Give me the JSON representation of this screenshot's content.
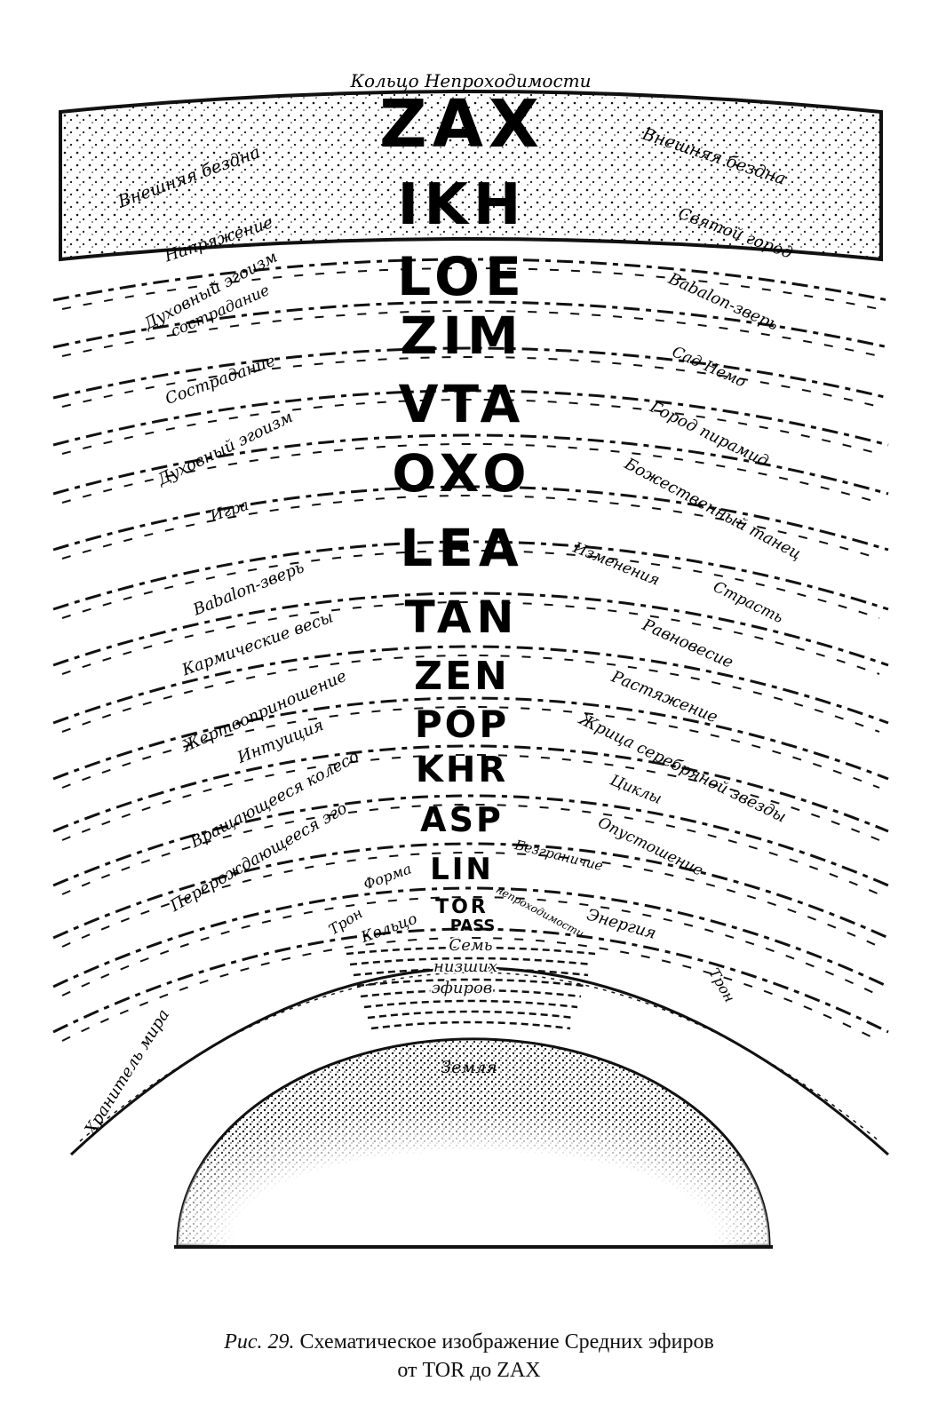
{
  "figure": {
    "title_ring": "Кольцо Непроходимости",
    "aethyrs": [
      "ZAX",
      "IKH",
      "LOE",
      "ZIM",
      "VTA",
      "OXO",
      "LEA",
      "TAN",
      "ZEN",
      "POP",
      "KHR",
      "ASP",
      "LIN",
      "TOR"
    ],
    "pass_label": "PASS",
    "left_labels": [
      "Внешняя бездна",
      "Напряжение",
      "Духовный эгоизм",
      "сострадание",
      "Сострадание",
      "Духовный эгоизм",
      "Игра",
      "Babalon-зверь",
      "Кармические весы",
      "Жертвоприношение",
      "Интуиция",
      "Вращающееся колесо",
      "Перерождающееся эго",
      "Форма",
      "Трон",
      "Кольцо",
      "Хранитель мира"
    ],
    "right_labels": [
      "Внешняя бездна",
      "Святой город",
      "Babalon-зверь",
      "Сад Немо",
      "Город пирамид",
      "Божественный танец",
      "Изменения",
      "Страсть",
      "Равновесие",
      "Растяжение",
      "Жрица серебряной звезды",
      "Циклы",
      "Опустошение",
      "Безграничие",
      "непроходимости",
      "Энергия",
      "Трон"
    ],
    "lower_aethyrs": [
      "Семь",
      "низших",
      "эфиров"
    ],
    "earth_label": "Земля",
    "colors": {
      "ink": "#111111",
      "paper": "#ffffff"
    }
  },
  "caption": {
    "fig_number": "Рис. 29.",
    "line1": "Схематическое изображение Средних эфиров",
    "line2": "от TOR до ZAX"
  }
}
